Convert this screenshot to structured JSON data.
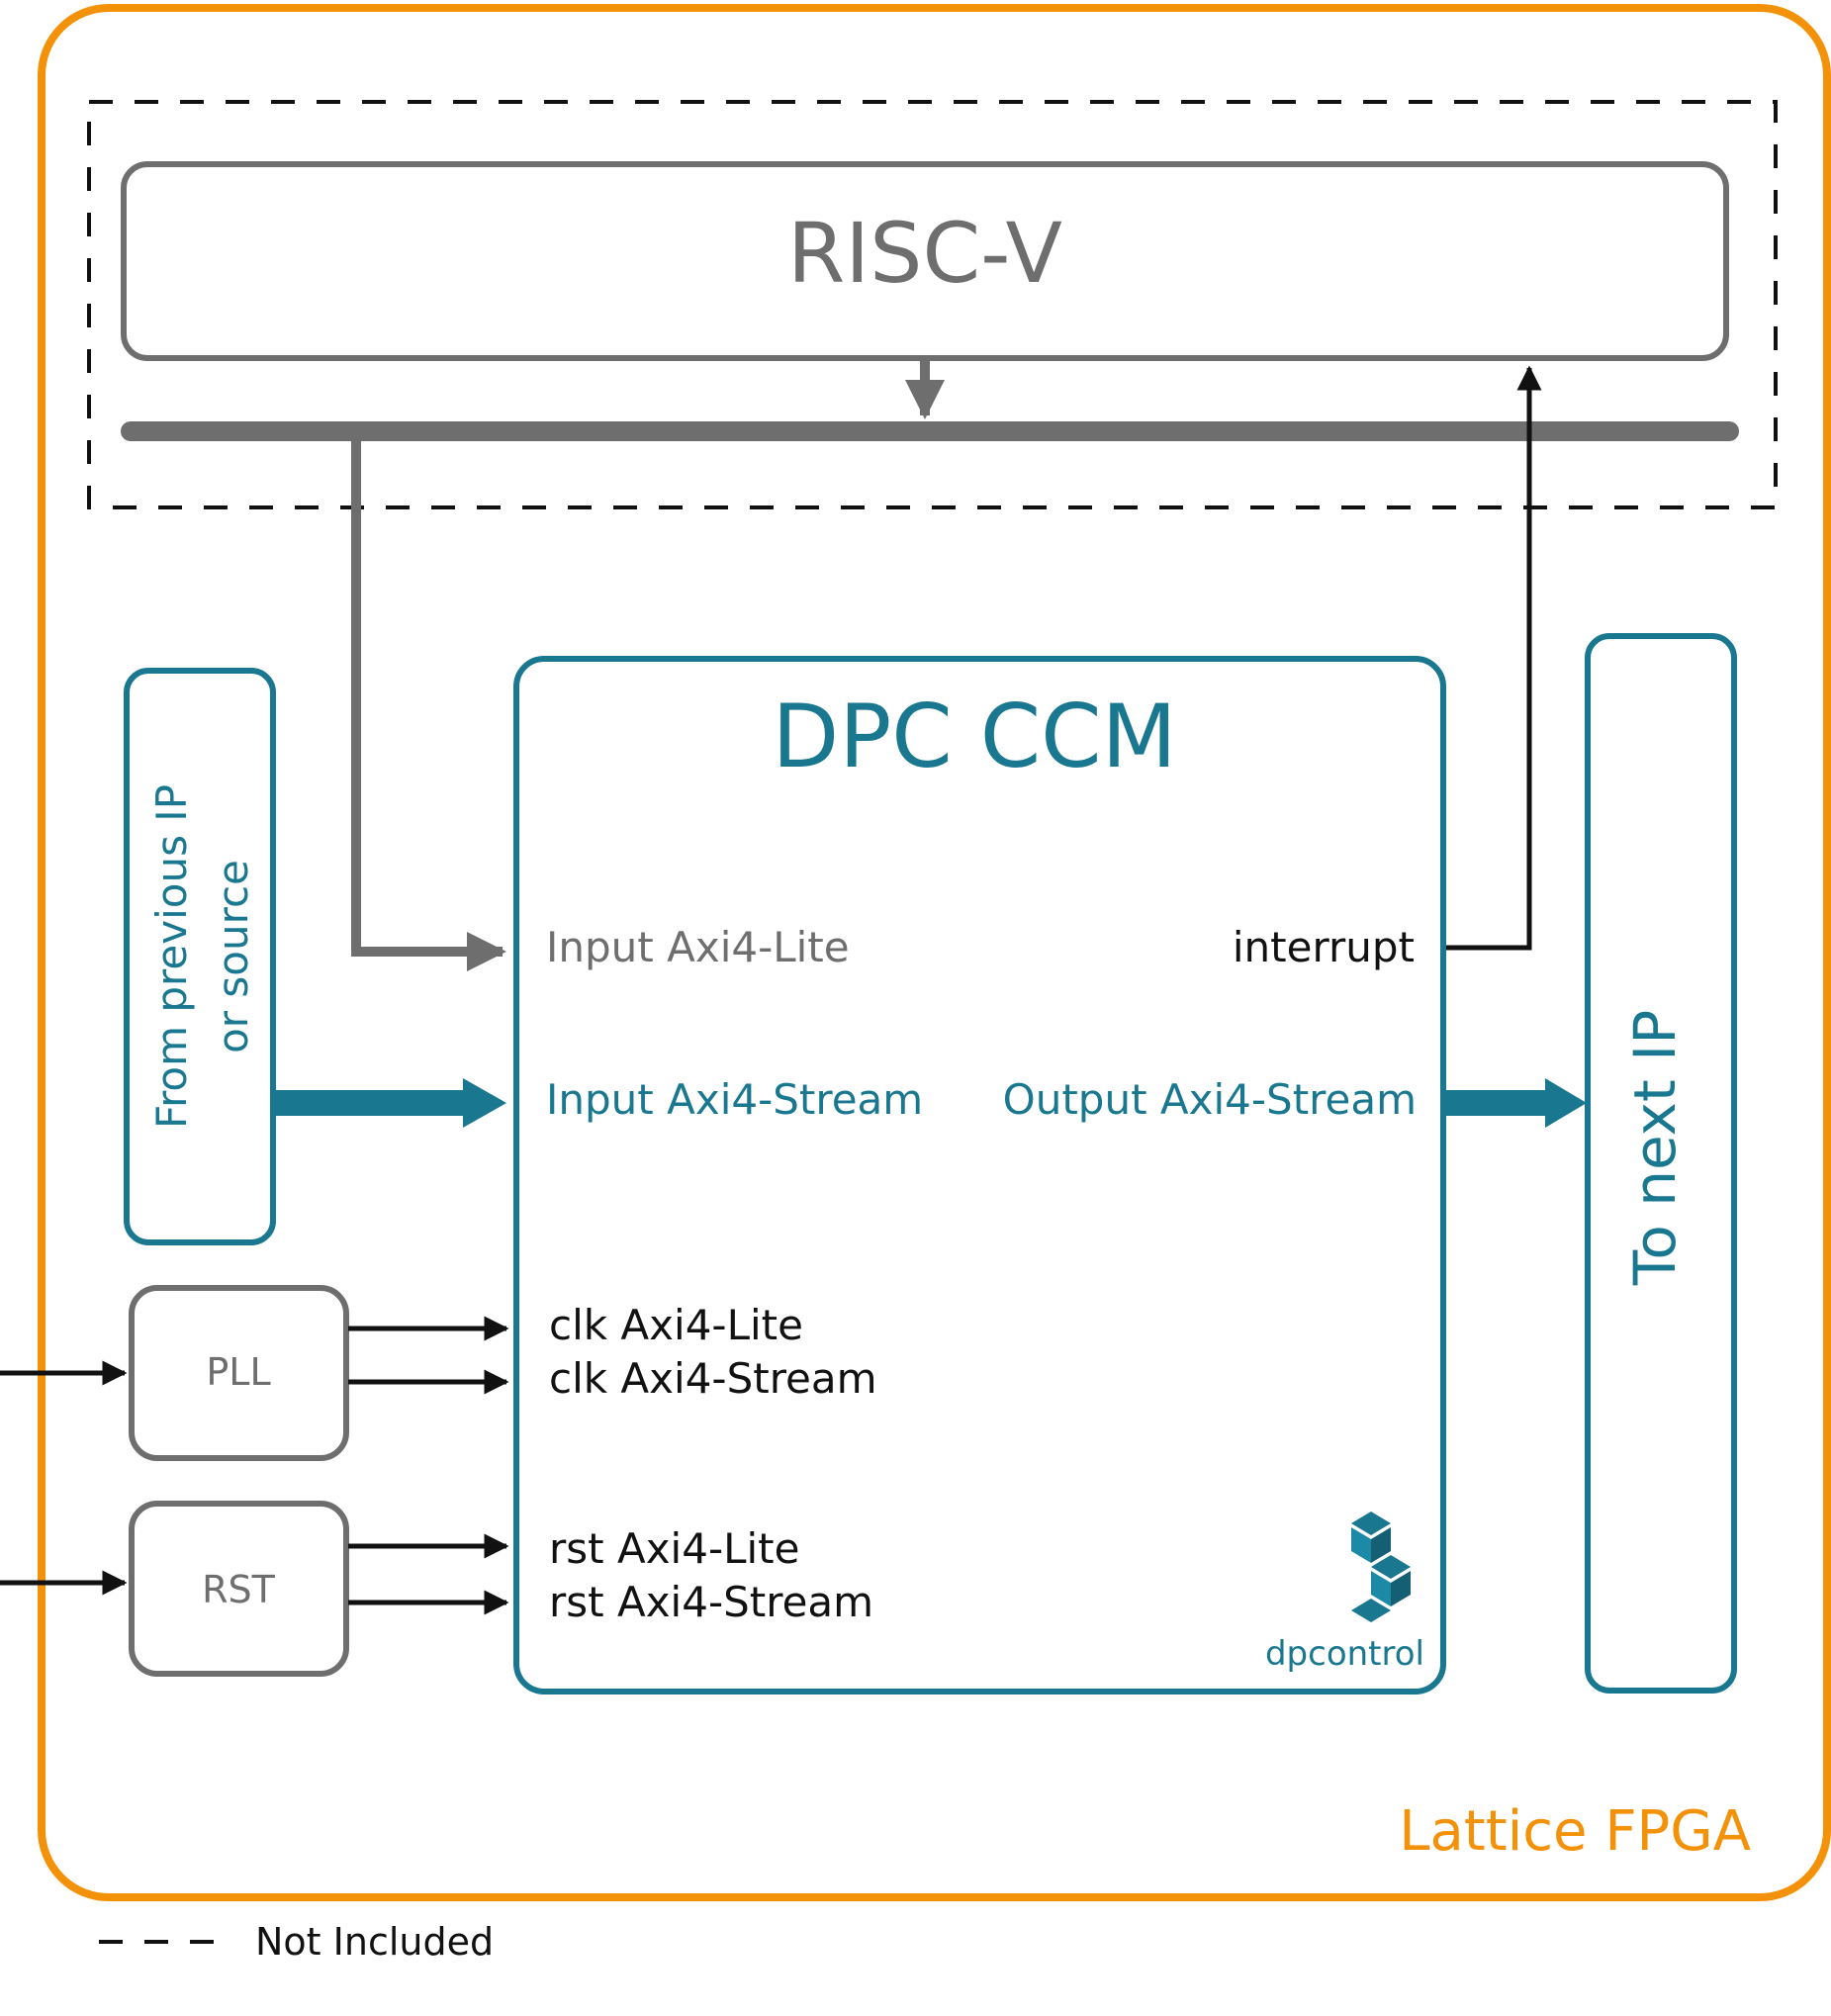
{
  "colors": {
    "fpga_orange": "#F39208",
    "gray": "#6E6E6E",
    "teal": "#197790",
    "black": "#111111"
  },
  "fpga": {
    "label": "Lattice FPGA"
  },
  "riscv": {
    "label": "RISC-V"
  },
  "ccm": {
    "title": "DPC CCM",
    "ports": {
      "input_axi4_lite": "Input Axi4-Lite",
      "input_axi4_stream": "Input Axi4-Stream",
      "output_axi4_stream": "Output Axi4-Stream",
      "interrupt": "interrupt",
      "clk_axi4_lite": "clk Axi4-Lite",
      "clk_axi4_stream": "clk Axi4-Stream",
      "rst_axi4_lite": "rst Axi4-Lite",
      "rst_axi4_stream": "rst Axi4-Stream"
    },
    "logo_text": "dpcontrol",
    "logo_icon": "dpcontrol-logo-icon"
  },
  "source": {
    "label_line1": "From previous IP",
    "label_line2": "or source"
  },
  "sink": {
    "label": "To next IP"
  },
  "pll": {
    "label": "PLL"
  },
  "rst": {
    "label": "RST"
  },
  "legend": {
    "label": "Not Included"
  }
}
